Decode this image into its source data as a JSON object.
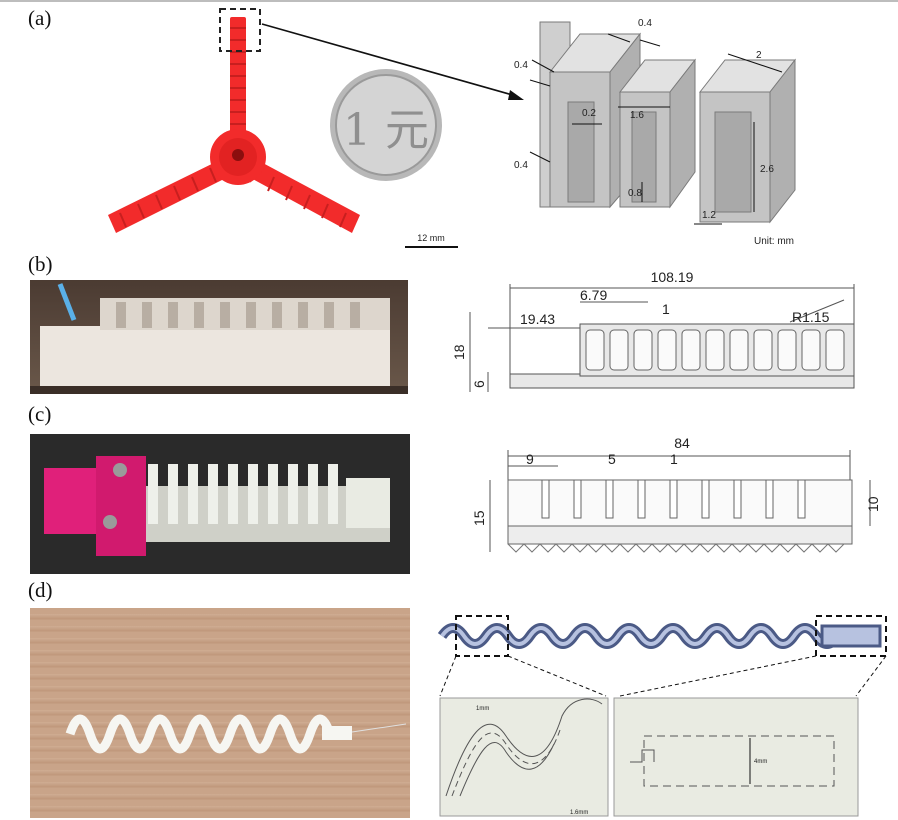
{
  "panels": {
    "a": {
      "label": "(a)",
      "scale_bar": "12 mm",
      "unit_note": "Unit: mm",
      "dims": {
        "top_gap": "0.4",
        "width": "2",
        "wall_top": "0.4",
        "inner_gap": "0.2",
        "inner_w": "1.6",
        "wall_bottom": "0.4",
        "height": "2.6",
        "base_h": "0.8",
        "base_w": "1.2"
      },
      "coin_text": "1 元"
    },
    "b": {
      "label": "(b)",
      "dims": {
        "total": "108.19",
        "offset": "19.43",
        "pitch": "6.79",
        "gap": "1",
        "radius": "R1.15",
        "height": "18",
        "base": "6"
      }
    },
    "c": {
      "label": "(c)",
      "dims": {
        "total": "84",
        "first": "9",
        "pitch": "5",
        "gap": "1",
        "height": "15",
        "right": "10"
      }
    },
    "d": {
      "label": "(d)",
      "inset_left_top": "1mm",
      "inset_left_bottom": "1.6mm",
      "inset_right": "4mm"
    }
  },
  "colors": {
    "red_part": "#f22b2b",
    "magenta_cap": "#e0207a",
    "cad_grey": "#cfcfcf",
    "wood": "#c9a489",
    "dark_bg": "#2a2a2a"
  }
}
